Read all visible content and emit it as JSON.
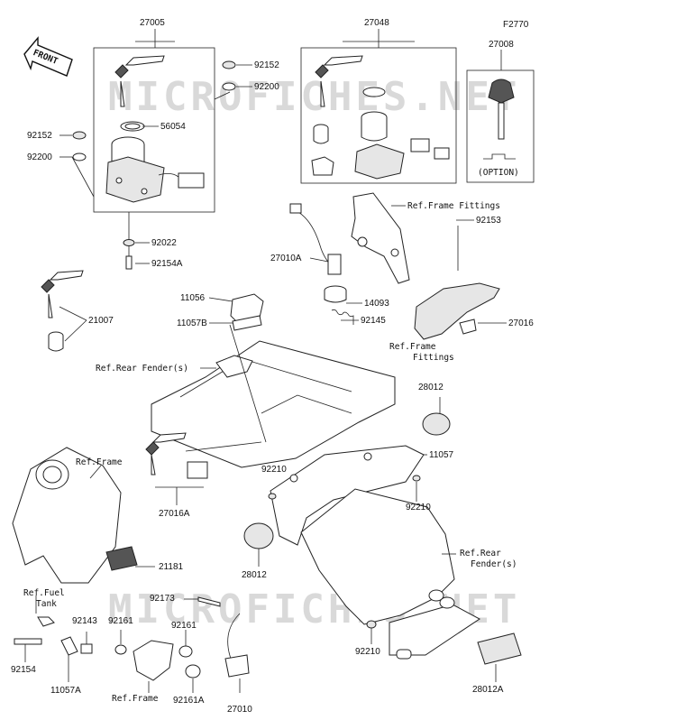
{
  "watermarks": [
    "MICROFICHES.NET",
    "MICROFICHES.NET"
  ],
  "front_badge": "FRONT",
  "labels": {
    "p27005": "27005",
    "p27048": "27048",
    "f2770": "F2770",
    "p27008": "27008",
    "option": "(OPTION)",
    "p92152a": "92152",
    "p92200a": "92200",
    "p56054": "56054",
    "p92152b": "92152",
    "p92200b": "92200",
    "p92022": "92022",
    "p92154a": "92154A",
    "p21007": "21007",
    "refFrameFittings1": "Ref.Frame Fittings",
    "p27010a": "27010A",
    "p92153": "92153",
    "p14093": "14093",
    "p92145": "92145",
    "p27016": "27016",
    "refFrameFittings2a": "Ref.Frame",
    "refFrameFittings2b": "Fittings",
    "p11056": "11056",
    "p11057b": "11057B",
    "refRearFender1": "Ref.Rear Fender(s)",
    "p28012a": "28012",
    "p11057": "11057",
    "refFrame1": "Ref.Frame",
    "p92210a": "92210",
    "p92210b": "92210",
    "p27016a": "27016A",
    "p28012b": "28012",
    "refRearFender2a": "Ref.Rear",
    "refRearFender2b": "Fender(s)",
    "p21181": "21181",
    "refFuelTank1": "Ref.Fuel",
    "refFuelTank2": "Tank",
    "p92173": "92173",
    "p92143": "92143",
    "p92161a": "92161",
    "p92161b": "92161",
    "p92154": "92154",
    "p11057a": "11057A",
    "refFrame2": "Ref.Frame",
    "p92161aa": "92161A",
    "p27010": "27010",
    "p92210c": "92210",
    "p28012aa": "28012A"
  }
}
